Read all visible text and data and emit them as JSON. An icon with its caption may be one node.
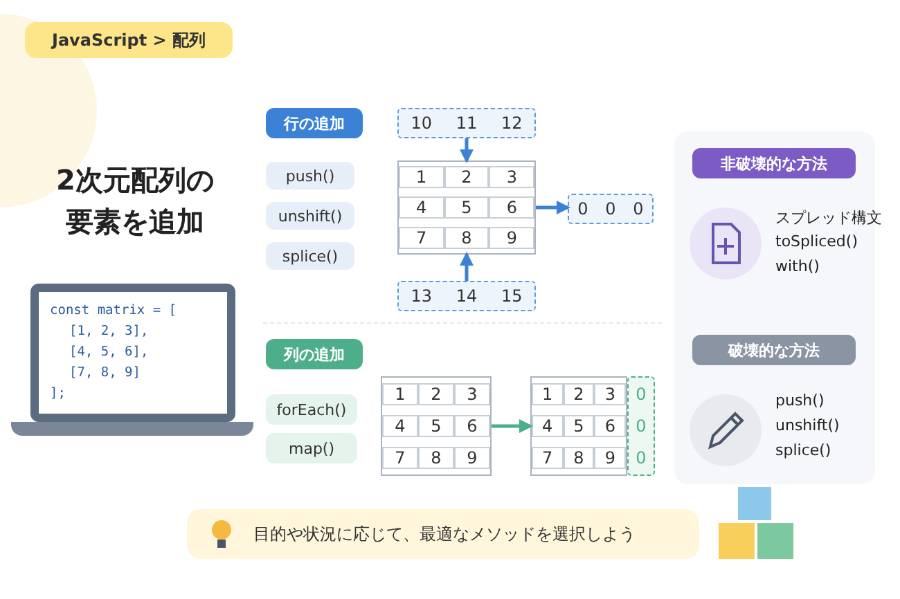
{
  "diagram": {
    "title": "2次元配列の要素を追加",
    "nodes": [
      {
        "text": [
          "JavaScript > 配列"
        ]
      },
      {
        "text": [
          "const matrix = [",
          "[1, 2, 3],",
          "[4, 5, 6],",
          "[7, 8, 9]",
          "];"
        ]
      },
      {
        "text": [
          "行の追加"
        ]
      },
      {
        "text": [
          "push()"
        ]
      },
      {
        "text": [
          "unshift()"
        ]
      },
      {
        "text": [
          "splice()"
        ]
      },
      {
        "text": [
          "10",
          "11",
          "12"
        ]
      },
      {
        "text": [
          "1",
          "2",
          "3",
          "4",
          "5",
          "6",
          "7",
          "8",
          "9"
        ]
      },
      {
        "text": [
          "13",
          "14",
          "15"
        ]
      },
      {
        "text": [
          "0",
          "0",
          "0"
        ]
      },
      {
        "text": [
          "列の追加"
        ]
      },
      {
        "text": [
          "forEach()"
        ]
      },
      {
        "text": [
          "map()"
        ]
      },
      {
        "text": [
          "1",
          "2",
          "3",
          "4",
          "5",
          "6",
          "7",
          "8",
          "9"
        ]
      },
      {
        "text": [
          "1",
          "2",
          "3",
          "4",
          "5",
          "6",
          "7",
          "8",
          "9"
        ]
      },
      {
        "text": [
          "0",
          "0",
          "0"
        ]
      },
      {
        "text": [
          "非破壊的な方法"
        ]
      },
      {
        "text": [
          "破壊的な方法"
        ]
      },
      {
        "text": [
          "目的や状況に応じて、最適なメソッドを選択しよう"
        ]
      }
    ],
    "edges": [
      {
        "from": 6,
        "to": 7,
        "arrow": "to"
      },
      {
        "from": 8,
        "to": 7,
        "arrow": "to"
      },
      {
        "from": 7,
        "to": 9,
        "arrow": "to"
      },
      {
        "from": 13,
        "to": 14,
        "arrow": "to",
        "color": "#4caf8a"
      }
    ],
    "labels": [
      "スプレッド構文",
      "toSpliced()",
      "with()",
      "push()",
      "unshift()",
      "splice()"
    ]
  }
}
